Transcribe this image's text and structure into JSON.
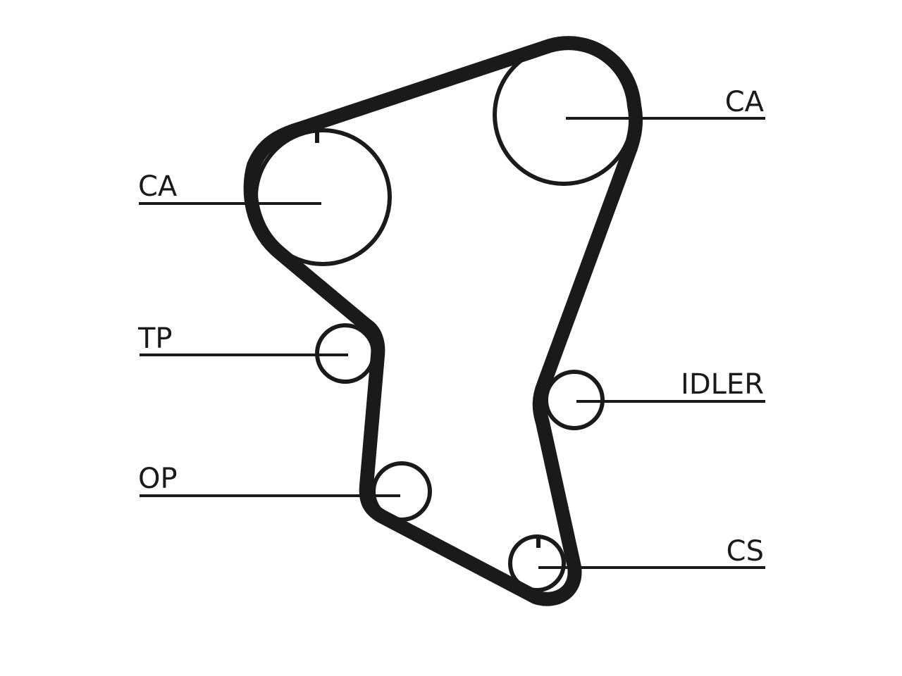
{
  "labels": {
    "camshaft_left": "CA",
    "camshaft_right": "CA",
    "tensioner": "TP",
    "idler": "IDLER",
    "oil_pump": "OP",
    "crankshaft": "CS"
  },
  "colors": {
    "line": "#1a1a1a",
    "background": "#ffffff"
  }
}
